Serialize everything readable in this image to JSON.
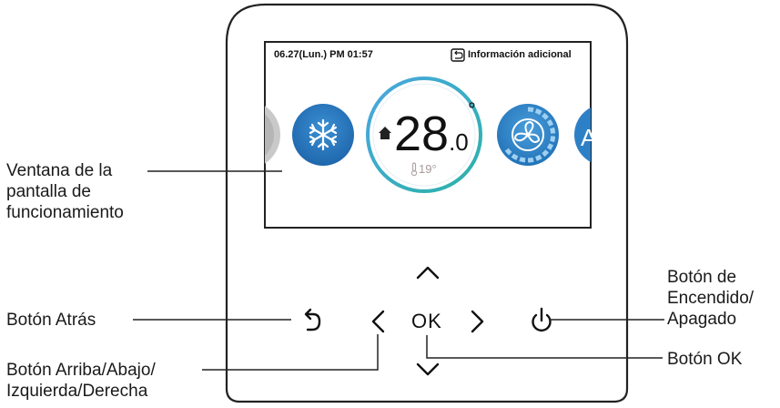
{
  "screen": {
    "date_time": "06.27(Lun.) PM 01:57",
    "info_label": "Información adicional",
    "temp_set_integer": "28",
    "temp_set_decimal": ".0",
    "temp_degree": "°",
    "room_temp": "19°",
    "right_edge_letter": "A"
  },
  "buttons": {
    "ok_label": "OK"
  },
  "callouts": {
    "display_window": [
      "Ventana de la",
      "pantalla de",
      "funcionamiento"
    ],
    "back_button": "Botón Atrás",
    "arrow_buttons": [
      "Botón Arriba/Abajo/",
      "Izquierda/Derecha"
    ],
    "power_button": [
      "Botón de",
      "Encendido/",
      "Apagado"
    ],
    "ok_button": "Botón OK"
  },
  "colors": {
    "device_outline": "#222222",
    "cool_mode_blue": "#2f7fc4",
    "ring_teal": "#2bb3a8",
    "fan_blue": "#2d86c8",
    "disabled_gray": "#b8b8b8"
  }
}
